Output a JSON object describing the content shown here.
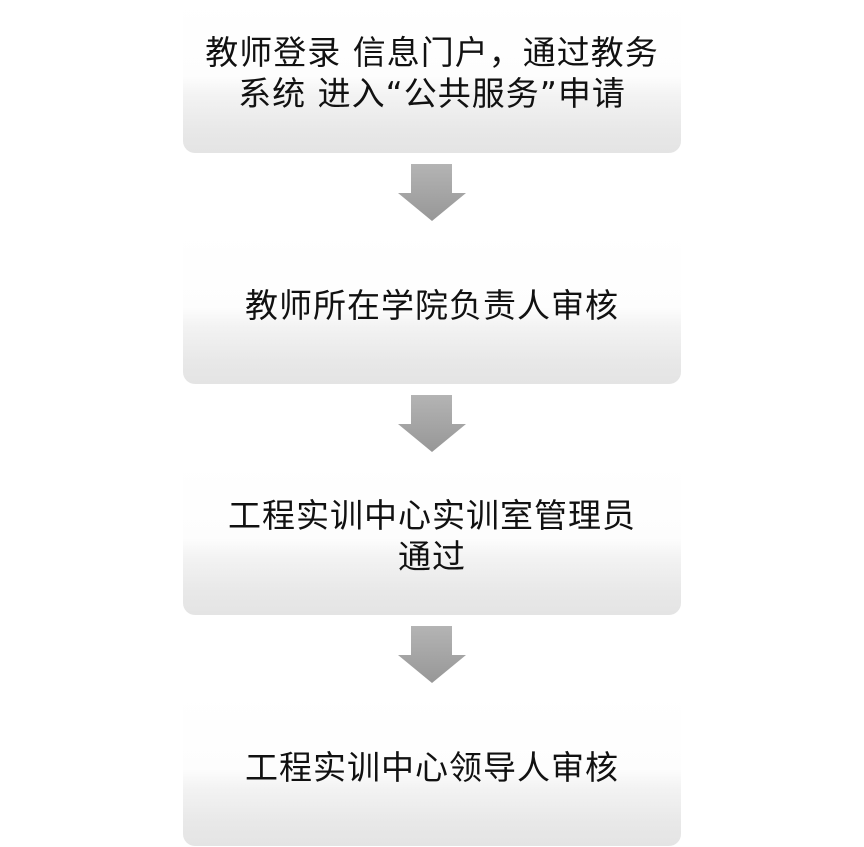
{
  "flowchart": {
    "steps": [
      {
        "label": "教师登录 信息门户，通过教务系统 进入“公共服务”申请"
      },
      {
        "label": "教师所在学院负责人审核"
      },
      {
        "label": "工程实训中心实训室管理员通过"
      },
      {
        "label": "工程实训中心领导人审核"
      }
    ],
    "connector_icon": "down-arrow-icon",
    "colors": {
      "box_top": "#ffffff",
      "box_bottom": "#e4e4e4",
      "arrow_top": "#b4b4b4",
      "arrow_bottom": "#979797",
      "text": "#111111"
    }
  }
}
